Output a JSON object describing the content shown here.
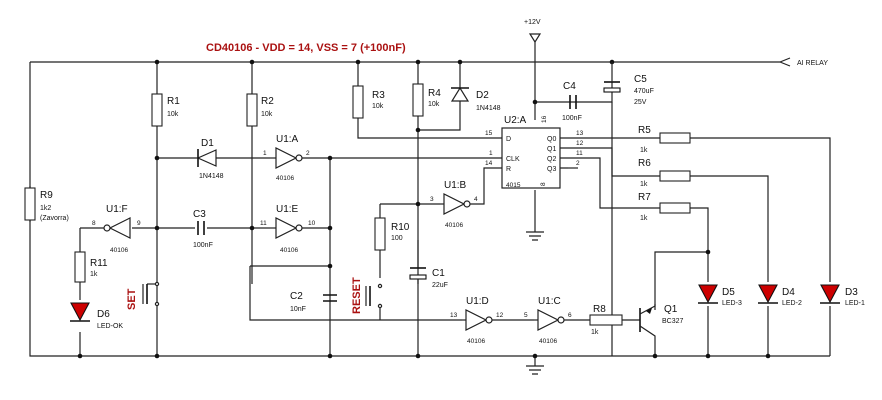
{
  "title": "CD40106 - VDD = 14, VSS = 7 (+100nF)",
  "supply_label": "+12V",
  "relay_label": "AI RELAY",
  "components": {
    "R1": {
      "ref": "R1",
      "value": "10k"
    },
    "R2": {
      "ref": "R2",
      "value": "10k"
    },
    "R3": {
      "ref": "R3",
      "value": "10k"
    },
    "R4": {
      "ref": "R4",
      "value": "10k"
    },
    "R5": {
      "ref": "R5",
      "value": "1k"
    },
    "R6": {
      "ref": "R6",
      "value": "1k"
    },
    "R7": {
      "ref": "R7",
      "value": "1k"
    },
    "R8": {
      "ref": "R8",
      "value": "1k"
    },
    "R9": {
      "ref": "R9",
      "value": "1k2",
      "note": "(Zavorra)"
    },
    "R10": {
      "ref": "R10",
      "value": "100"
    },
    "R11": {
      "ref": "R11",
      "value": "1k"
    },
    "D1": {
      "ref": "D1",
      "value": "1N4148"
    },
    "D2": {
      "ref": "D2",
      "value": "1N4148"
    },
    "D3": {
      "ref": "D3",
      "value": "LED-1"
    },
    "D4": {
      "ref": "D4",
      "value": "LED-2"
    },
    "D5": {
      "ref": "D5",
      "value": "LED-3"
    },
    "D6": {
      "ref": "D6",
      "value": "LED-OK"
    },
    "C1": {
      "ref": "C1",
      "value": "22uF"
    },
    "C2": {
      "ref": "C2",
      "value": "10nF"
    },
    "C3": {
      "ref": "C3",
      "value": "100nF"
    },
    "C4": {
      "ref": "C4",
      "value": "100nF"
    },
    "C5": {
      "ref": "C5",
      "value": "470uF",
      "extra": "25V"
    },
    "Q1": {
      "ref": "Q1",
      "value": "BC327"
    },
    "U1A": {
      "ref": "U1:A",
      "value": "40106"
    },
    "U1B": {
      "ref": "U1:B",
      "value": "40106"
    },
    "U1C": {
      "ref": "U1:C",
      "value": "40106"
    },
    "U1D": {
      "ref": "U1:D",
      "value": "40106"
    },
    "U1E": {
      "ref": "U1:E",
      "value": "40106"
    },
    "U1F": {
      "ref": "U1:F",
      "value": "40106"
    },
    "U2A": {
      "ref": "U2:A",
      "value": "4015"
    }
  },
  "switches": {
    "set": "SET",
    "reset": "RESET"
  },
  "ic_pins": {
    "D": "D",
    "CLK": "CLK",
    "R": "R",
    "Q0": "Q0",
    "Q1": "Q1",
    "Q2": "Q2",
    "Q3": "Q3",
    "p15": "15",
    "p1": "1",
    "p14": "14",
    "p13": "13",
    "p12": "12",
    "p11": "11",
    "p2": "2",
    "p16": "16",
    "p8": "8"
  },
  "pin_numbers": {
    "ua_in": "1",
    "ua_out": "2",
    "ue_in": "11",
    "ue_out": "10",
    "uf_in": "9",
    "uf_out": "8",
    "ub_in": "3",
    "ub_out": "4",
    "ud_in": "13",
    "ud_out": "12",
    "uc_in": "5",
    "uc_out": "6"
  }
}
